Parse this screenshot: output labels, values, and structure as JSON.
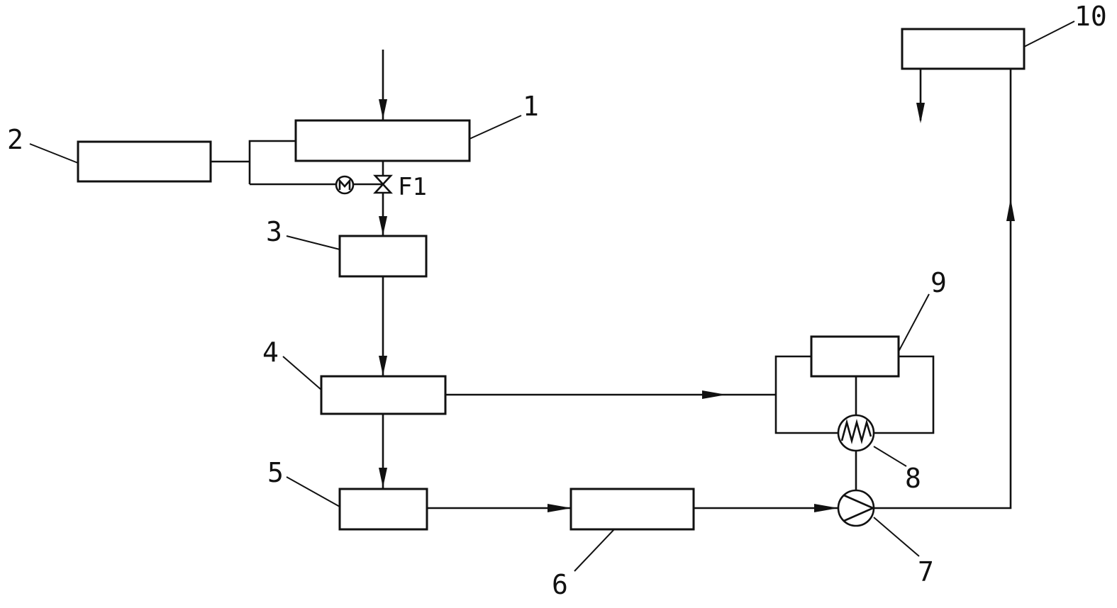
{
  "labels": {
    "unit_1": "1",
    "unit_2": "2",
    "unit_3": "3",
    "unit_4": "4",
    "unit_5": "5",
    "unit_6": "6",
    "unit_7": "7",
    "unit_8": "8",
    "unit_9": "9",
    "unit_10": "10",
    "valve_f1": "F1"
  },
  "icons": {
    "motor": "motor-icon",
    "valve": "gate-valve-icon",
    "heat_exchanger": "heat-exchanger-icon",
    "pump": "pump-icon"
  },
  "colors": {
    "stroke": "#111111",
    "background": "#ffffff"
  }
}
